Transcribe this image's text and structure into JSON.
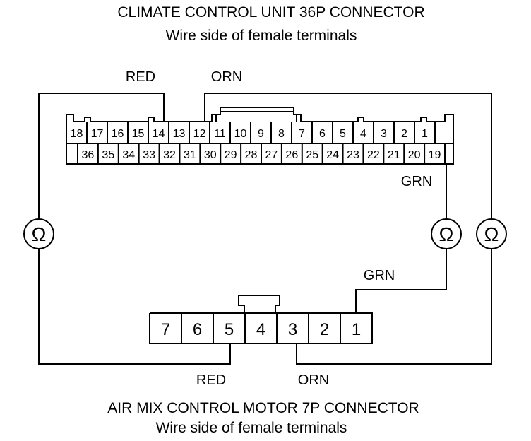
{
  "top_connector": {
    "title": "CLIMATE CONTROL UNIT 36P CONNECTOR",
    "subtitle": "Wire side of female terminals",
    "row1_pins": [
      "18",
      "17",
      "16",
      "15",
      "14",
      "13",
      "12",
      "11",
      "10",
      "9",
      "8",
      "7",
      "6",
      "5",
      "4",
      "3",
      "2",
      "1"
    ],
    "row2_pins": [
      "",
      "36",
      "35",
      "34",
      "33",
      "32",
      "31",
      "30",
      "29",
      "28",
      "27",
      "26",
      "25",
      "24",
      "23",
      "22",
      "21",
      "20",
      "19"
    ]
  },
  "bottom_connector": {
    "title": "AIR MIX CONTROL MOTOR 7P CONNECTOR",
    "subtitle": "Wire side of female terminals",
    "pins": [
      "7",
      "6",
      "5",
      "4",
      "3",
      "2",
      "1"
    ]
  },
  "wires": {
    "red_top": "RED",
    "orn_top": "ORN",
    "grn_right": "GRN",
    "grn_lower": "GRN",
    "red_bottom": "RED",
    "orn_bottom": "ORN"
  },
  "meters": {
    "left": "Ω",
    "middle": "Ω",
    "right": "Ω"
  }
}
